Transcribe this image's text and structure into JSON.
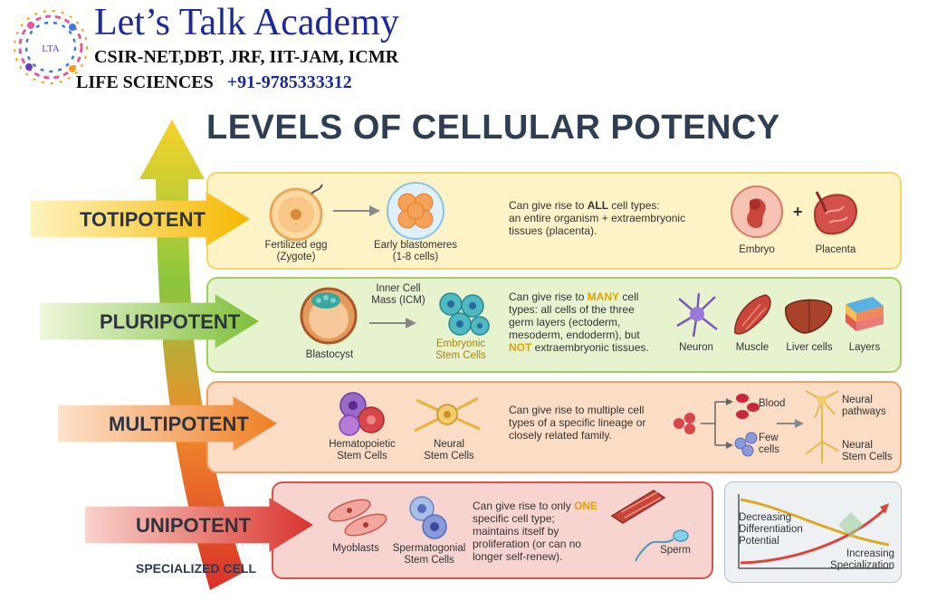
{
  "brand": {
    "title": "Let’s Talk Academy",
    "line1": "CSIR-NET,DBT, JRF, IIT-JAM, ICMR",
    "line2": "LIFE SCIENCES",
    "phone": "+91-9785333312",
    "logo_text": "LTA"
  },
  "title": "LEVELS OF CELLULAR POTENCY",
  "levels": {
    "totipotent": {
      "label": "TOTIPOTENT",
      "cell1_label": "Fertilized egg\n(Zygote)",
      "cell2_label": "Early blastomeres\n(1-8 cells)",
      "desc_pre": "Can give rise to ",
      "desc_hl": "ALL",
      "desc_post": " cell types:\nan entire organism + extraembryonic\ntissues (placenta).",
      "out1": "Embryo",
      "plus": "+",
      "out2": "Placenta"
    },
    "pluripotent": {
      "label": "PLURIPOTENT",
      "icm_label": "Inner Cell\nMass (ICM)",
      "cell1_label": "Blastocyst",
      "cell2_label": "Embryonic\nStem Cells",
      "desc_pre": "Can give rise to ",
      "desc_hl": "MANY",
      "desc_mid": " cell\ntypes: all cells of the three\ngerm layers (ectoderm,\nmesoderm, endoderm), but\n",
      "desc_hl2": "NOT",
      "desc_post": " extraembryonic tissues.",
      "out1": "Neuron",
      "out2": "Muscle",
      "out3": "Liver cells",
      "out4": "Layers"
    },
    "multipotent": {
      "label": "MULTIPOTENT",
      "cell1_label": "Hematopoietic\nStem Cells",
      "cell2_label": "Neural\nStem Cells",
      "desc": "Can give rise to multiple cell\ntypes of a specific lineage or\nclosely related family.",
      "out1": "Blood",
      "out2": "Few\ncells",
      "out3": "Neural\npathways",
      "out4": "Neural\nStem Cells"
    },
    "unipotent": {
      "label": "UNIPOTENT",
      "cell1_label": "Myoblasts",
      "cell2_label": "Spermatogonial\nStem Cells",
      "desc_pre": "Can give rise to only ",
      "desc_hl": "ONE",
      "desc_post": "\nspecific cell type;\nmaintains itself by\nproliferation (or can no\nlonger self-renew).",
      "out1": "Sperm"
    }
  },
  "specialized": "SPECIALIZED CELL",
  "graph": {
    "label_decreasing": "Decreasing\nDifferentiation\nPotential",
    "label_increasing": "Increasing\nSpecialization"
  }
}
